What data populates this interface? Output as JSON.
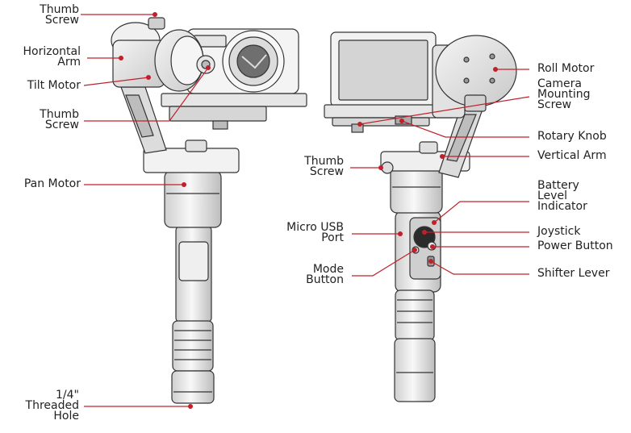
{
  "labels": {
    "left": {
      "thumb_screw_top": [
        "Thumb",
        "Screw"
      ],
      "horizontal_arm": [
        "Horizontal",
        "Arm"
      ],
      "tilt_motor": [
        "Tilt Motor"
      ],
      "thumb_screw_mid": [
        "Thumb",
        "Screw"
      ],
      "pan_motor": [
        "Pan Motor"
      ],
      "threaded_hole": [
        "1/4\"",
        "Threaded",
        "Hole"
      ]
    },
    "right": {
      "roll_motor": [
        "Roll Motor"
      ],
      "camera_mounting_screw": [
        "Camera",
        "Mounting",
        "Screw"
      ],
      "rotary_knob": [
        "Rotary Knob"
      ],
      "vertical_arm": [
        "Vertical Arm"
      ],
      "thumb_screw": [
        "Thumb",
        "Screw"
      ],
      "battery_level_indicator": [
        "Battery",
        "Level",
        "Indicator"
      ],
      "micro_usb_port": [
        "Micro USB",
        "Port"
      ],
      "joystick": [
        "Joystick"
      ],
      "power_button": [
        "Power Button"
      ],
      "mode_button": [
        "Mode",
        "Button"
      ],
      "shifter_lever": [
        "Shifter Lever"
      ]
    }
  },
  "colors": {
    "leader_line": "#c0202b",
    "text": "#222222",
    "device_body": "#e9e9e9",
    "device_outline": "#333333"
  }
}
